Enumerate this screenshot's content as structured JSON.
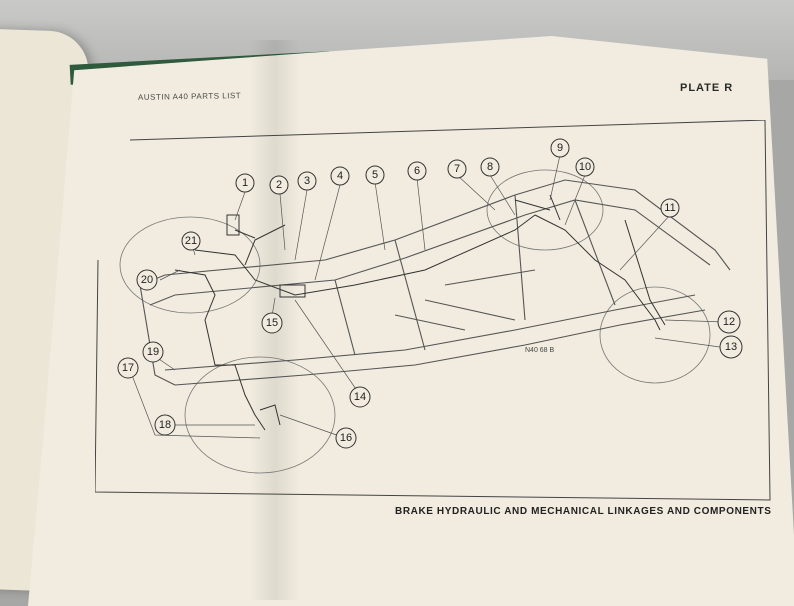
{
  "header": {
    "left_title": "AUSTIN A40 PARTS LIST",
    "plate": "PLATE R"
  },
  "diagram": {
    "drawing_ref": "N40 68 B",
    "callouts": [
      "1",
      "2",
      "3",
      "4",
      "5",
      "6",
      "7",
      "8",
      "9",
      "10",
      "11",
      "12",
      "13",
      "14",
      "15",
      "16",
      "17",
      "18",
      "19",
      "20",
      "21"
    ]
  },
  "caption": "BRAKE HYDRAULIC AND MECHANICAL LINKAGES AND COMPONENTS"
}
